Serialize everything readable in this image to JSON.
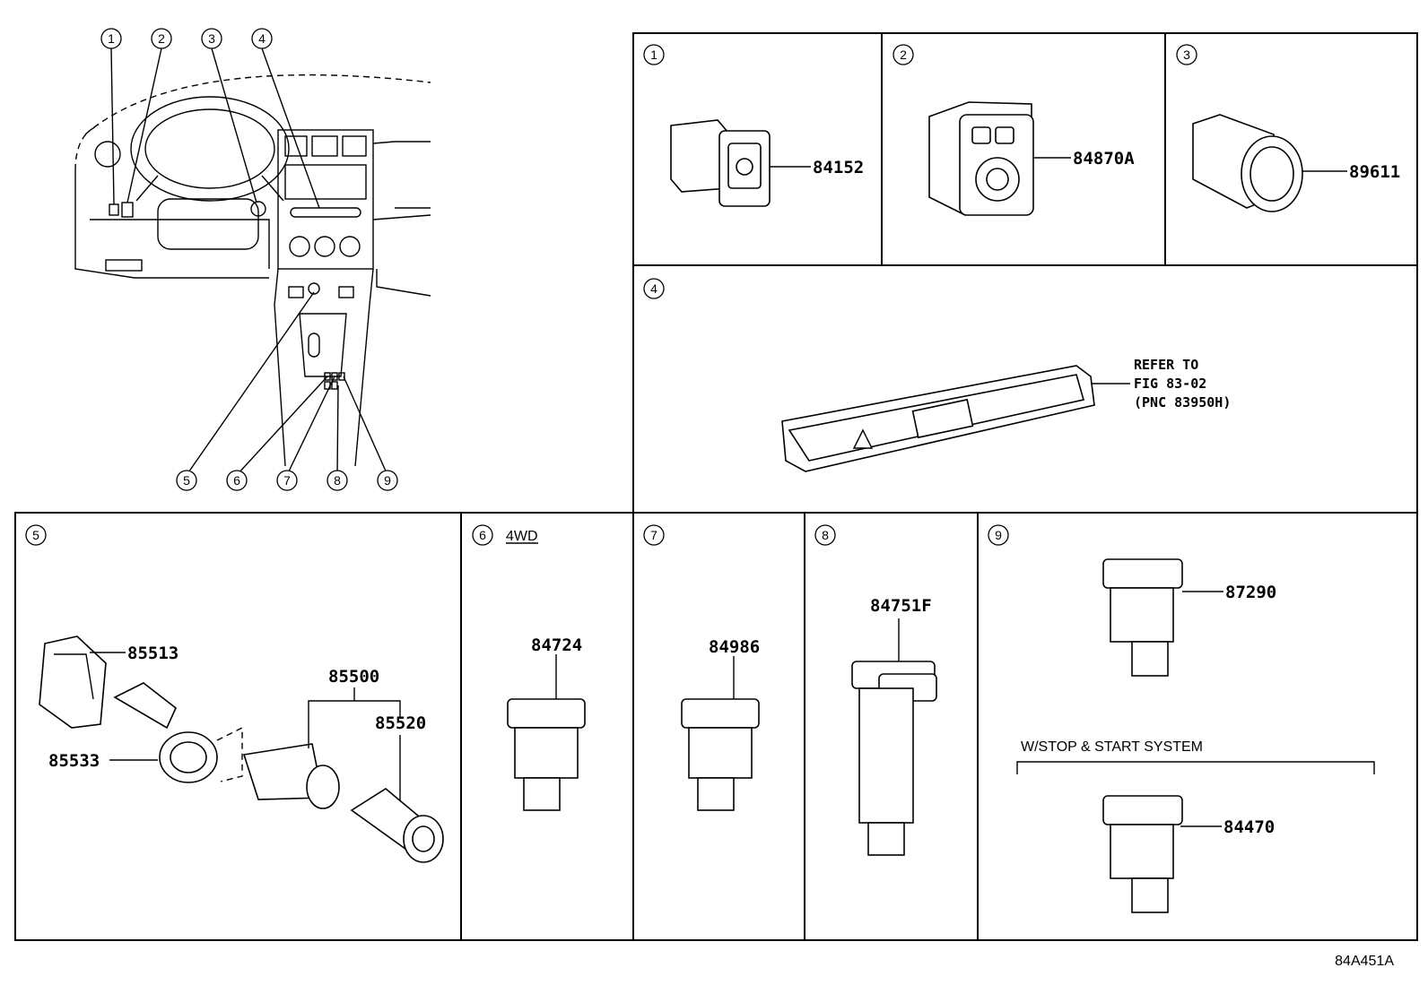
{
  "overview": {
    "callouts": [
      "1",
      "2",
      "3",
      "4",
      "5",
      "6",
      "7",
      "8",
      "9"
    ]
  },
  "panels": {
    "p1": {
      "num": "1",
      "part": "84152"
    },
    "p2": {
      "num": "2",
      "part": "84870A"
    },
    "p3": {
      "num": "3",
      "part": "89611"
    },
    "p4": {
      "num": "4",
      "note": [
        "REFER TO",
        "FIG 83-02",
        "(PNC 83950H)"
      ]
    },
    "p5": {
      "num": "5",
      "parts": [
        "85513",
        "85533",
        "85500",
        "85520"
      ]
    },
    "p6": {
      "num": "6",
      "qualifier": "4WD",
      "part": "84724"
    },
    "p7": {
      "num": "7",
      "part": "84986"
    },
    "p8": {
      "num": "8",
      "part": "84751F"
    },
    "p9": {
      "num": "9",
      "part_top": "87290",
      "condition": "W/STOP & START SYSTEM",
      "part_bottom": "84470"
    }
  },
  "figure_code": "84A451A"
}
